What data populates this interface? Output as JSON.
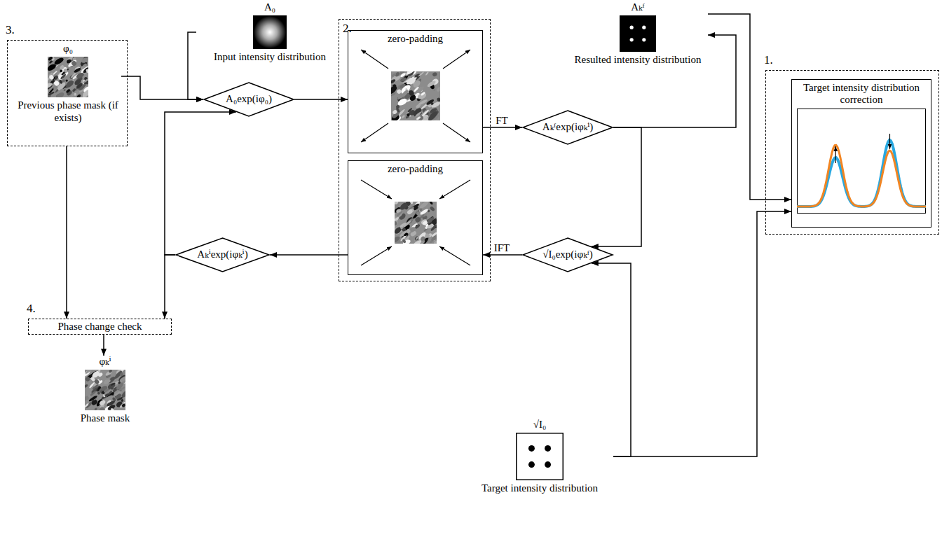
{
  "diagram": {
    "nodes": [
      {
        "text": [
          "3."
        ]
      },
      {
        "text": [
          "φ₀",
          "Previous phase mask (if exists)"
        ],
        "in": 0
      },
      {
        "text": [
          "A₀",
          "Input intensity distribution"
        ]
      },
      {
        "text": [
          "A₀exp(iφ₀)"
        ]
      },
      {
        "text": [
          "2."
        ]
      },
      {
        "text": [
          "zero-padding"
        ],
        "in": 4
      },
      {
        "text": [
          "zero-padding"
        ],
        "in": 4
      },
      {
        "text": [
          "Aₖᶠexp(iφₖⁱ)"
        ]
      },
      {
        "text": [
          "Aₖᶠ",
          "Resulted intensity distribution"
        ]
      },
      {
        "text": [
          "1."
        ]
      },
      {
        "text": [
          "Target intensity distribution correction"
        ],
        "in": 9
      },
      {
        "text": [
          "√I₀exp(iφₖᶠ)"
        ]
      },
      {
        "text": [
          "√I₀",
          "Target intensity distribution"
        ]
      },
      {
        "text": [
          "Aₖⁱexp(iφₖⁱ)"
        ]
      },
      {
        "text": [
          "4.",
          "Phase change check"
        ]
      },
      {
        "text": [
          "φₖⁱ",
          "Phase mask"
        ]
      }
    ],
    "edges": [
      {
        "from": 1,
        "to": 3,
        "arrow": "to"
      },
      {
        "from": 2,
        "to": 3,
        "arrow": "to"
      },
      {
        "from": 3,
        "to": 5,
        "arrow": "to"
      },
      {
        "from": 5,
        "to": 7,
        "label": "FT",
        "arrow": "to"
      },
      {
        "from": 7,
        "to": 8,
        "arrow": "to"
      },
      {
        "from": 8,
        "to": 10,
        "arrow": "to"
      },
      {
        "from": 12,
        "to": 10,
        "arrow": "to"
      },
      {
        "from": 7,
        "to": 11,
        "arrow": "to"
      },
      {
        "from": 12,
        "to": 11,
        "arrow": "to"
      },
      {
        "from": 11,
        "to": 6,
        "label": "IFT",
        "arrow": "to"
      },
      {
        "from": 6,
        "to": 13,
        "arrow": "to"
      },
      {
        "from": 13,
        "to": 3,
        "arrow": "to"
      },
      {
        "from": 13,
        "to": 14,
        "arrow": "to"
      },
      {
        "from": 0,
        "to": 14,
        "arrow": "to"
      },
      {
        "from": 14,
        "to": 15,
        "arrow": "to"
      }
    ]
  }
}
